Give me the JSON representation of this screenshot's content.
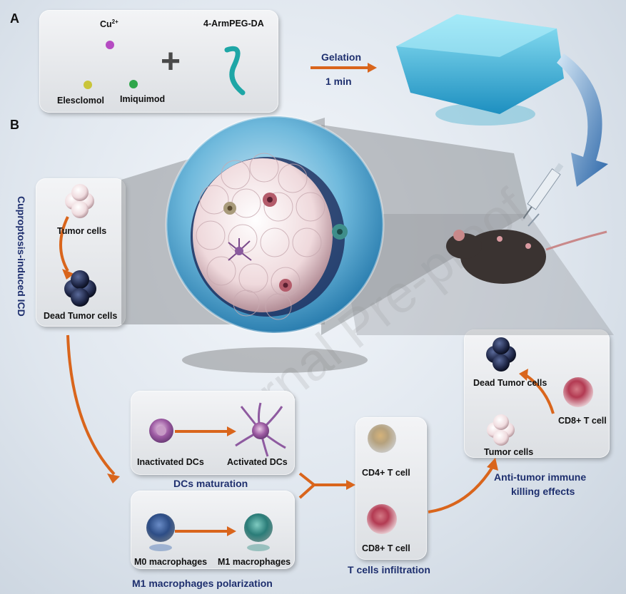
{
  "section_labels": {
    "a": "A",
    "b": "B"
  },
  "panel_a": {
    "cu_label": "Cu",
    "cu_superscript": "2+",
    "polymer_label": "4-ArmPEG-DA",
    "elesclomol_label": "Elesclomol",
    "imiquimod_label": "Imiquimod",
    "plus_symbol": "+"
  },
  "gelation": {
    "label": "Gelation",
    "time": "1 min"
  },
  "icd_panel": {
    "tumor_cells": "Tumor cells",
    "dead_tumor_cells": "Dead Tumor cells",
    "side_label": "Cuproptosis-induced ICD"
  },
  "dc_panel": {
    "inactivated": "Inactivated DCs",
    "activated": "Activated DCs",
    "title": "DCs maturation"
  },
  "macrophage_panel": {
    "m0": "M0 macrophages",
    "m1": "M1 macrophages",
    "title": "M1 macrophages polarization"
  },
  "tcell_panel": {
    "cd4": "CD4+ T cell",
    "cd8": "CD8+ T cell",
    "title": "T cells infiltration"
  },
  "killing_panel": {
    "dead_tumor_cells": "Dead Tumor cells",
    "tumor_cells": "Tumor cells",
    "cd8": "CD8+ T cell",
    "title_line1": "Anti-tumor immune",
    "title_line2": "killing effects"
  },
  "watermark": "Journal Pre-proof",
  "colors": {
    "arrow": "#d9651c",
    "label_blue": "#1e2f6e",
    "hydrogel": "#3fb4d8"
  }
}
